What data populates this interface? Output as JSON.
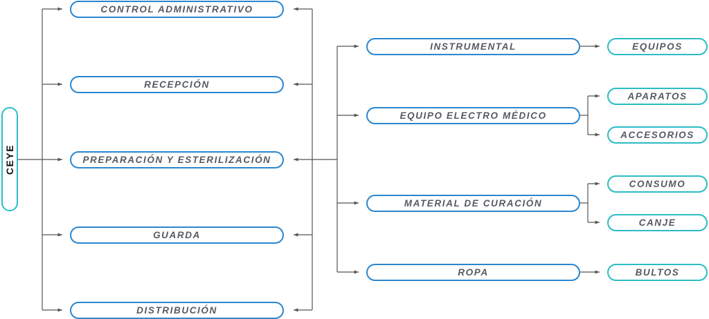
{
  "colors": {
    "primary_border": "#2a86cf",
    "secondary_border": "#2bbcc4",
    "text": "#555a61",
    "connector": "#555555"
  },
  "root": {
    "label": "CEYE"
  },
  "level1": [
    {
      "label": "CONTROL ADMINISTRATIVO"
    },
    {
      "label": "RECEPCIÓN"
    },
    {
      "label": "PREPARACIÓN Y ESTERILIZACIÓN"
    },
    {
      "label": "GUARDA"
    },
    {
      "label": "DISTRIBUCIÓN"
    }
  ],
  "level2": [
    {
      "label": "INSTRUMENTAL"
    },
    {
      "label": "EQUIPO ELECTRO MÉDICO"
    },
    {
      "label": "MATERIAL DE CURACIÓN"
    },
    {
      "label": "ROPA"
    }
  ],
  "level3": [
    {
      "label": "EQUIPOS"
    },
    {
      "label": "APARATOS"
    },
    {
      "label": "ACCESORIOS"
    },
    {
      "label": "CONSUMO"
    },
    {
      "label": "CANJE"
    },
    {
      "label": "BULTOS"
    }
  ]
}
